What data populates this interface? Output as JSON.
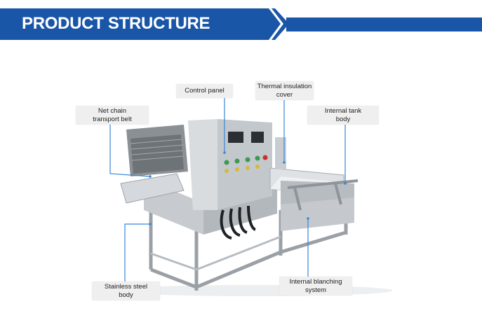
{
  "header": {
    "title": "PRODUCT STRUCTURE",
    "band_color": "#1a56a8"
  },
  "callouts": {
    "control_panel": "Control panel",
    "thermal_insulation_line1": "Thermal insulation",
    "thermal_insulation_line2": "cover",
    "net_chain_line1": "Net chain",
    "net_chain_line2": "transport belt",
    "internal_tank_line1": "Internal tank",
    "internal_tank_line2": "body",
    "stainless_line1": "Stainless steel",
    "stainless_line2": "body",
    "blanching_line1": "Internal blanching",
    "blanching_line2": "system"
  },
  "leader_color": "#3a86d6"
}
